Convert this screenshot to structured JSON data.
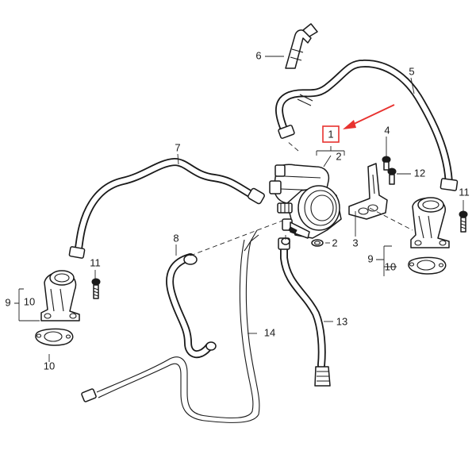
{
  "colors": {
    "arrow": "#e8322f"
  },
  "callouts": {
    "valve": "1",
    "oring_upper": "2",
    "oring_lower": "2",
    "bracket": "3",
    "screw_top": "4",
    "hose_top": "5",
    "clip": "6",
    "hose_left": "7",
    "hose_middle": "8",
    "group_right": "9",
    "gasket_right": "10",
    "group_left": "9",
    "housing_left": "10",
    "gasket_left": "10",
    "screw_right": "11",
    "screw_left": "11",
    "screw_bracket": "12",
    "hose_lower": "13",
    "tube_long": "14"
  }
}
